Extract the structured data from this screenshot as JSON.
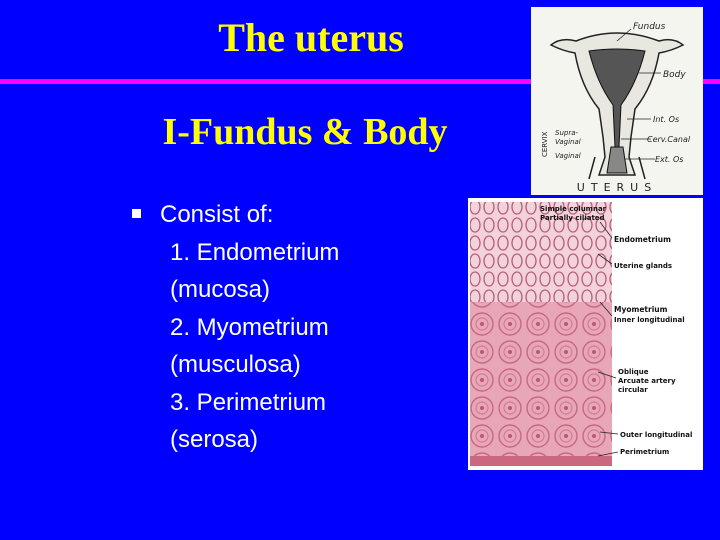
{
  "slide": {
    "title": "The uterus",
    "subtitle": "I-Fundus & Body",
    "bullet": "Consist of:",
    "items": [
      "1. Endometrium",
      "(mucosa)",
      "2. Myometrium",
      "(musculosa)",
      "3. Perimetrium",
      "(serosa)"
    ]
  },
  "figure_uterus": {
    "caption": "UTERUS",
    "labels": {
      "fundus": "Fundus",
      "body": "Body",
      "int_os": "Int. Os",
      "cerv_canal": "Cerv.Canal",
      "ext_os": "Ext. Os",
      "supra_vaginal": "Supra-",
      "supra_vaginal_2": "Vaginal",
      "vaginal": "Vaginal",
      "cervix": "CERVIX"
    }
  },
  "figure_histology": {
    "labels": {
      "simple_columnar": "Simple columnar",
      "partially_ciliated": "Partially ciliated",
      "endometrium": "Endometrium",
      "uterine_glands": "Uterine glands",
      "myometrium": "Myometrium",
      "inner_longitudinal": "Inner longitudinal",
      "oblique": "Oblique",
      "arcuate_artery": "Arcuate artery",
      "circular": "circular",
      "outer_longitudinal": "Outer longitudinal",
      "perimetrium": "Perimetrium"
    }
  },
  "colors": {
    "background": "#0000ff",
    "title": "#ffff00",
    "rule": "#ff00ff",
    "body_text": "#ffffff"
  }
}
